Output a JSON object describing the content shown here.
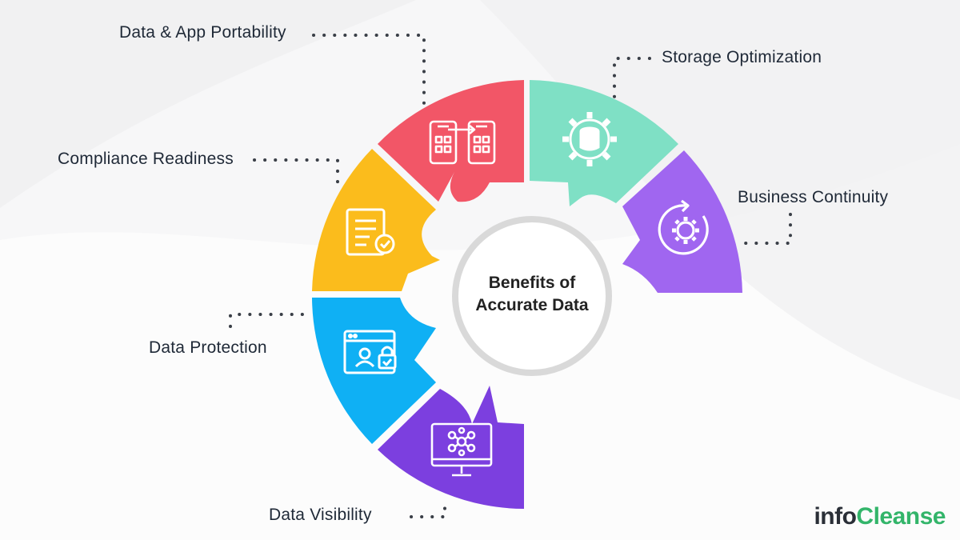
{
  "center": {
    "line1": "Benefits of",
    "line2": "Accurate Data"
  },
  "segments": [
    {
      "label": "Data & App Portability",
      "color": "#f25667",
      "icon": "app-transfer-icon"
    },
    {
      "label": "Storage Optimization",
      "color": "#7fe0c5",
      "icon": "database-gear-icon"
    },
    {
      "label": "Business Continuity",
      "color": "#a066f0",
      "icon": "gear-cycle-icon"
    },
    {
      "label": "Compliance Readiness",
      "color": "#fbbc1c",
      "icon": "document-check-icon"
    },
    {
      "label": "Data Protection",
      "color": "#0fb0f4",
      "icon": "user-lock-icon"
    },
    {
      "label": "Data Visibility",
      "color": "#7c3fdf",
      "icon": "network-monitor-icon"
    }
  ],
  "brand": {
    "part1": "info",
    "part2": "Cleanse"
  }
}
